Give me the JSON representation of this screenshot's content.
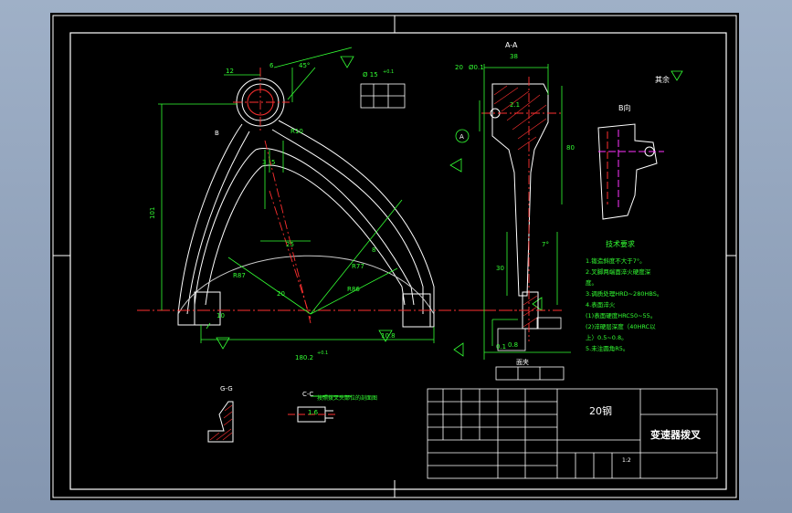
{
  "drawing": {
    "title": "变速器拨叉",
    "material": "20钢",
    "scale": "1:2",
    "roughness_note": "其余",
    "view_b": "B向",
    "section_aa": "A-A",
    "section_gg": "G-G",
    "section_cc": "C-C",
    "view_face": "面夹",
    "datum_a": "A",
    "datum_b": "B",
    "section_note": "按照拨叉头部位的剖面图",
    "tech_title": "技术要求",
    "tech_lines": [
      "1.锻造斜度不大于7°。",
      "2.叉脚两端面淬火硬度深",
      "度。",
      "3.调质处理HRD~280HBS。",
      "4.表面淬火",
      "(1)表面硬度HRC50~55。",
      "(2)淬硬层深度（40HRC以",
      "上）0.5~0.8。",
      "5.未注圆角R5。"
    ],
    "dims": {
      "d_top": "Ø 15",
      "tol_top": "+0.1",
      "angle_a": "45°",
      "r_main": "R10",
      "h_total": "101",
      "w_bottom": "180.2",
      "w_tol": "+0.1",
      "r_fork": "R87",
      "r_inner": "R77",
      "len_diag": "R86",
      "d5": "5",
      "d25": "25",
      "d8": "8",
      "d3": "3",
      "d12": "12",
      "d20": "20",
      "d6": "6",
      "d10": "10",
      "aa_top": "20",
      "aa_w": "38",
      "aa_h": "80",
      "aa_1": "Ø0.1",
      "aa_2": "0.1",
      "aa_3": "2.1",
      "aa_4": "7°",
      "aa_5": "30",
      "gg_dim": "1.6",
      "fb_dim": "10.8",
      "fb_dim2": "0.8"
    }
  }
}
